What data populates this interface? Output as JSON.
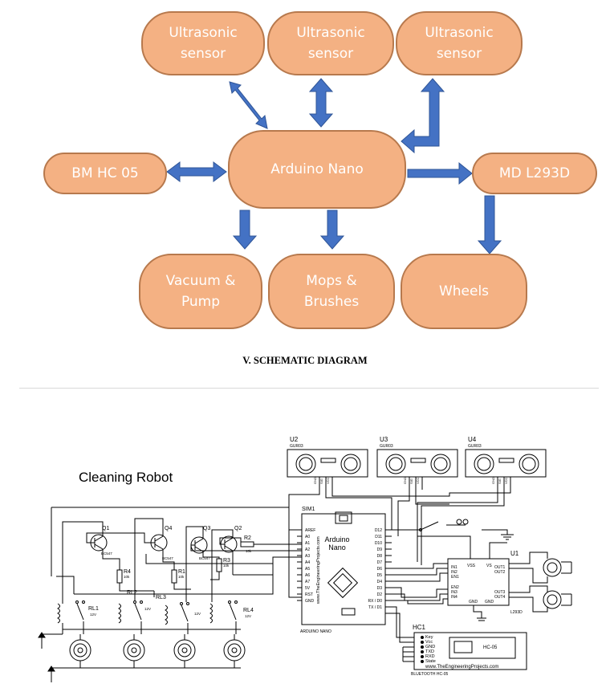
{
  "block_diagram": {
    "nodes": {
      "ultrasonic_1": "Ultrasonic\nsensor",
      "ultrasonic_2": "Ultrasonic\nsensor",
      "ultrasonic_3": "Ultrasonic\nsensor",
      "arduino": "Arduino Nano",
      "bluetooth": "BM HC 05",
      "motor_driver": "MD L293D",
      "vacuum": "Vacuum &\nPump",
      "mops": "Mops &\nBrushes",
      "wheels": "Wheels"
    },
    "colors": {
      "node_fill": "#f4b183",
      "node_border": "#b7794d",
      "arrow": "#4472c4"
    }
  },
  "section_heading": "V.  SCHEMATIC DIAGRAM",
  "schematic": {
    "title": "Cleaning Robot",
    "sensors": [
      {
        "ref": "U2",
        "part": "GUR03"
      },
      {
        "ref": "U3",
        "part": "GUR03"
      },
      {
        "ref": "U4",
        "part": "GUR03"
      }
    ],
    "sensor_pins": [
      "GND",
      "SIG",
      "VCC"
    ],
    "board": {
      "ref": "SIM1",
      "name": "Arduino\nNano",
      "url": "www.TheEngineeringProjects.com",
      "footer": "ARDUINO NANO",
      "left_pins": [
        "AREF",
        "A0",
        "A1",
        "A2",
        "A3",
        "A4",
        "A5",
        "A6",
        "A7",
        "5V",
        "RST",
        "GND"
      ],
      "right_pins": [
        "D12",
        "D11",
        "D10",
        "D9",
        "D8",
        "D7",
        "D6",
        "D5",
        "D4",
        "D3",
        "D2",
        "RX / D0",
        "TX / D1"
      ]
    },
    "transistors": [
      {
        "ref": "Q1",
        "part": "BC547"
      },
      {
        "ref": "Q4",
        "part": "BC547"
      },
      {
        "ref": "Q3",
        "part": "BC547"
      },
      {
        "ref": "Q2",
        "part": "BC547"
      }
    ],
    "resistors": [
      {
        "ref": "R4",
        "value": "10k"
      },
      {
        "ref": "R1",
        "value": "10k"
      },
      {
        "ref": "R3",
        "value": "10k"
      },
      {
        "ref": "R2",
        "value": "10k"
      }
    ],
    "relays": [
      {
        "ref": "RL1",
        "volt": "12V"
      },
      {
        "ref": "RL2",
        "volt": "12V"
      },
      {
        "ref": "RL3",
        "volt": "12V"
      },
      {
        "ref": "RL4",
        "volt": "12V"
      }
    ],
    "driver": {
      "ref": "U1",
      "part": "L293D",
      "top_pins": [
        "VSS",
        "VS"
      ],
      "left_pins": [
        "IN1",
        "IN2",
        "EN1",
        "EN2",
        "IN3",
        "IN4"
      ],
      "right_pins": [
        "OUT1",
        "OUT2",
        "OUT3",
        "OUT4"
      ],
      "bottom_pins": [
        "GND",
        "GND"
      ]
    },
    "bluetooth": {
      "ref": "HC1",
      "pins": [
        "Key",
        "Vcc",
        "GND",
        "TXD",
        "RXD",
        "State"
      ],
      "module": "HC-05",
      "url": "www.TheEngineeringProjects.com",
      "footer": "BLUETOOTH HC-05"
    }
  }
}
